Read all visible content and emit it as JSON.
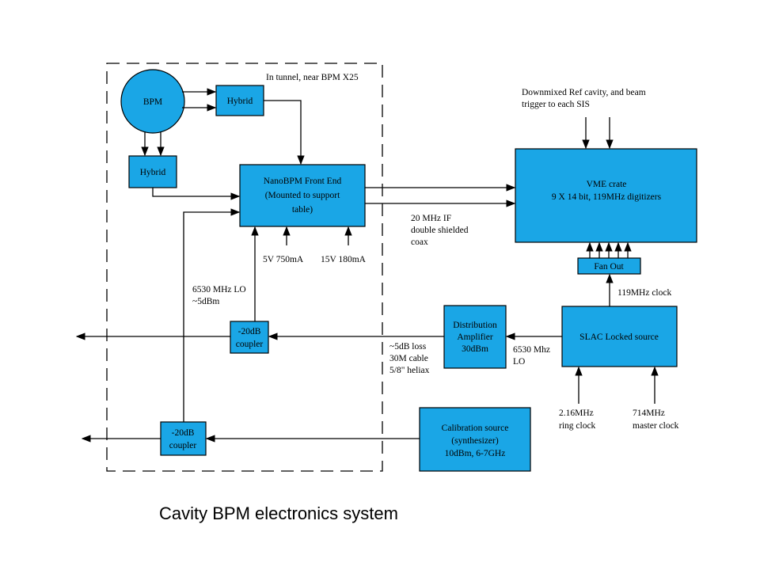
{
  "caption": "Cavity BPM electronics system",
  "tunnel_label": "In tunnel, near BPM X25",
  "blocks": {
    "bpm": "BPM",
    "hybrid_right": "Hybrid",
    "hybrid_lower": "Hybrid",
    "front_end": [
      "NanoBPM Front End",
      "(Mounted to support",
      "table)"
    ],
    "vme": [
      "VME crate",
      "9 X 14 bit, 119MHz digitizers"
    ],
    "fan_out": "Fan Out",
    "slac_source": "SLAC Locked source",
    "dist_amp": [
      "Distribution",
      "Amplifier",
      "30dBm"
    ],
    "coupler_upper": [
      "-20dB",
      "coupler"
    ],
    "coupler_lower": [
      "-20dB",
      "coupler"
    ],
    "calibration": [
      "Calibration source",
      "(synthesizer)",
      "10dBm, 6-7GHz"
    ]
  },
  "labels": {
    "downmixed": [
      "Downmixed Ref cavity, and beam",
      "trigger to each SIS"
    ],
    "if": [
      "20 MHz IF",
      "double shielded",
      "coax"
    ],
    "v5": "5V 750mA",
    "v15": "15V 180mA",
    "lo": [
      "6530 MHz LO",
      "~5dBm"
    ],
    "clk119": "119MHz clock",
    "lo_out": [
      "6530 Mhz",
      "LO"
    ],
    "loss": [
      "~5dB loss",
      "30M cable",
      "5/8\" heliax"
    ],
    "ring": [
      "2.16MHz",
      "ring clock"
    ],
    "master": [
      "714MHz",
      "master clock"
    ]
  }
}
